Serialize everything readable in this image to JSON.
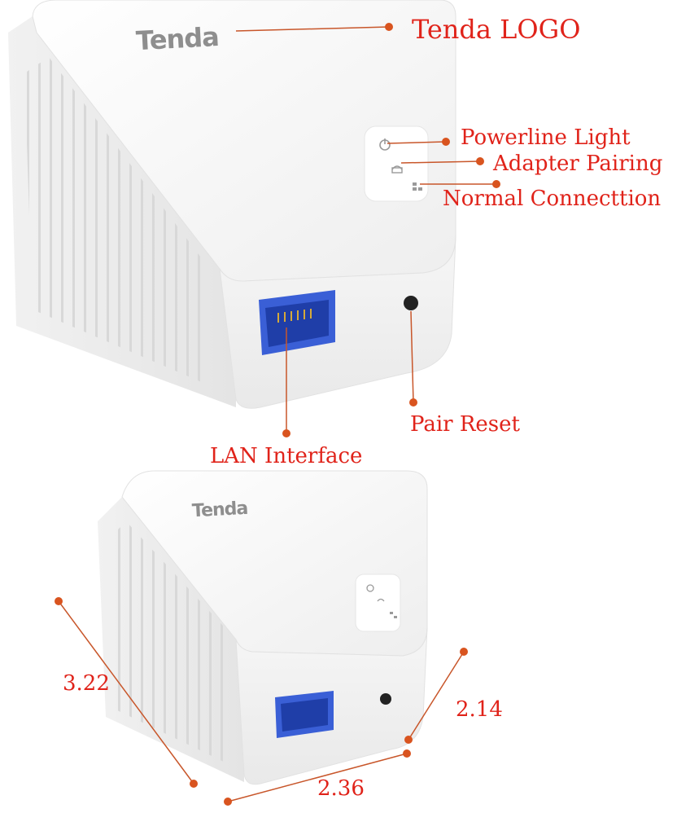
{
  "brand": {
    "logo_text": "Tenda"
  },
  "callouts": {
    "logo": "Tenda LOGO",
    "powerline_light": "Powerline Light",
    "adapter_pairing": "Adapter Pairing",
    "normal_connection": "Normal Connecttion",
    "pair_reset": "Pair Reset",
    "lan_interface": "LAN  Interface"
  },
  "dimensions": {
    "height": "3.22",
    "depth": "2.14",
    "width": "2.36"
  },
  "colors": {
    "callout": "#e0231a",
    "leader_line": "#c8562a",
    "dot": "#d9541f",
    "port_blue": "#3a5fd6",
    "device_white": "#f7f7f7"
  }
}
